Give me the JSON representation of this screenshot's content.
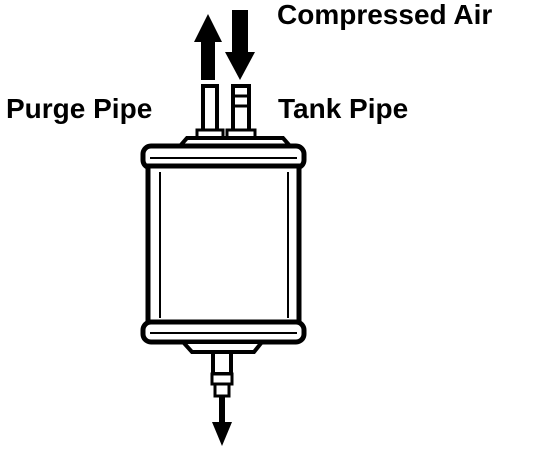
{
  "labels": {
    "compressed_air": "Compressed Air",
    "purge_pipe": "Purge Pipe",
    "tank_pipe": "Tank Pipe"
  },
  "colors": {
    "ink": "#000000",
    "paper": "#ffffff"
  }
}
